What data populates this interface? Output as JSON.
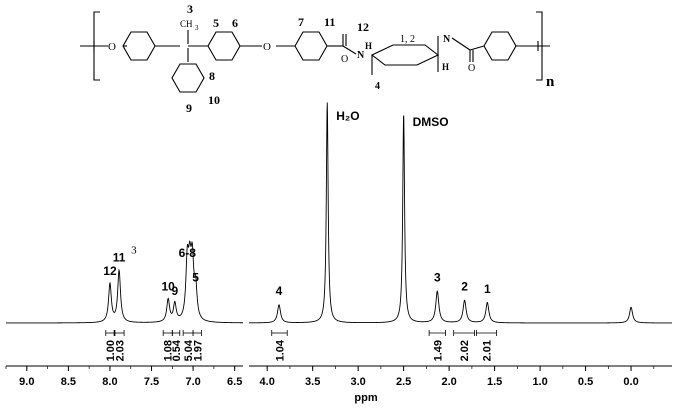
{
  "chart_data": {
    "type": "line",
    "xlabel": "ppm",
    "x_reversed": true,
    "xlim": [
      9.25,
      -0.45
    ],
    "axis_break": [
      6.4,
      4.2
    ],
    "x_ticks": [
      "9.0",
      "8.5",
      "8.0",
      "7.5",
      "7.0",
      "6.5",
      "4.0",
      "3.5",
      "3.0",
      "2.5",
      "2.0",
      "1.5",
      "1.0",
      "0.5",
      "0.0"
    ],
    "peaks": [
      {
        "label": "12",
        "ppm": 8.0,
        "height": 0.17
      },
      {
        "label": "11",
        "ppm": 7.89,
        "height": 0.23
      },
      {
        "label": "10",
        "ppm": 7.3,
        "height": 0.1
      },
      {
        "label": "9",
        "ppm": 7.22,
        "height": 0.08
      },
      {
        "label": "6-8",
        "ppm": 7.07,
        "height": 0.25
      },
      {
        "label": "",
        "ppm": 7.04,
        "height": 0.2
      },
      {
        "label": "",
        "ppm": 7.01,
        "height": 0.24
      },
      {
        "label": "5",
        "ppm": 6.97,
        "height": 0.14
      },
      {
        "label": "4",
        "ppm": 3.87,
        "height": 0.08
      },
      {
        "label": "H₂O",
        "ppm": 3.34,
        "height": 0.98
      },
      {
        "label": "DMSO",
        "ppm": 2.5,
        "height": 0.93
      },
      {
        "label": "3",
        "ppm": 2.13,
        "height": 0.14
      },
      {
        "label": "2",
        "ppm": 1.83,
        "height": 0.1
      },
      {
        "label": "1",
        "ppm": 1.58,
        "height": 0.09
      },
      {
        "label": "",
        "ppm": 0.0,
        "height": 0.07
      }
    ],
    "peak_label_extra": {
      "peak": "11",
      "superscript": "3"
    },
    "integrals": [
      {
        "value": "1.00",
        "from": 8.05,
        "to": 7.95
      },
      {
        "value": "2.03",
        "from": 7.94,
        "to": 7.83
      },
      {
        "value": "1.08",
        "from": 7.36,
        "to": 7.25
      },
      {
        "value": "0.54",
        "from": 7.25,
        "to": 7.16
      },
      {
        "value": "5.04",
        "from": 7.12,
        "to": 7.0
      },
      {
        "value": "1.97",
        "from": 7.0,
        "to": 6.9
      },
      {
        "value": "1.04",
        "from": 3.95,
        "to": 3.78
      },
      {
        "value": "1.49",
        "from": 2.22,
        "to": 2.04
      },
      {
        "value": "2.02",
        "from": 1.95,
        "to": 1.72
      },
      {
        "value": "2.01",
        "from": 1.7,
        "to": 1.48
      }
    ]
  },
  "structure": {
    "atom_labels": {
      "o_left": "O",
      "o_mid": "O",
      "ch3": "CH",
      "ch3_sub": "3",
      "n_left": "N",
      "n_right": "N",
      "h_left": "H",
      "h_right": "H",
      "o_carbonyl_left": "O",
      "o_carbonyl_right": "O",
      "repeat": "n"
    },
    "number_labels": {
      "n3": "3",
      "n5": "5",
      "n6": "6",
      "n7": "7",
      "n11": "11",
      "n12": "12",
      "n8": "8",
      "n9": "9",
      "n10": "10",
      "n4": "4",
      "n12b": "1, 2"
    }
  }
}
